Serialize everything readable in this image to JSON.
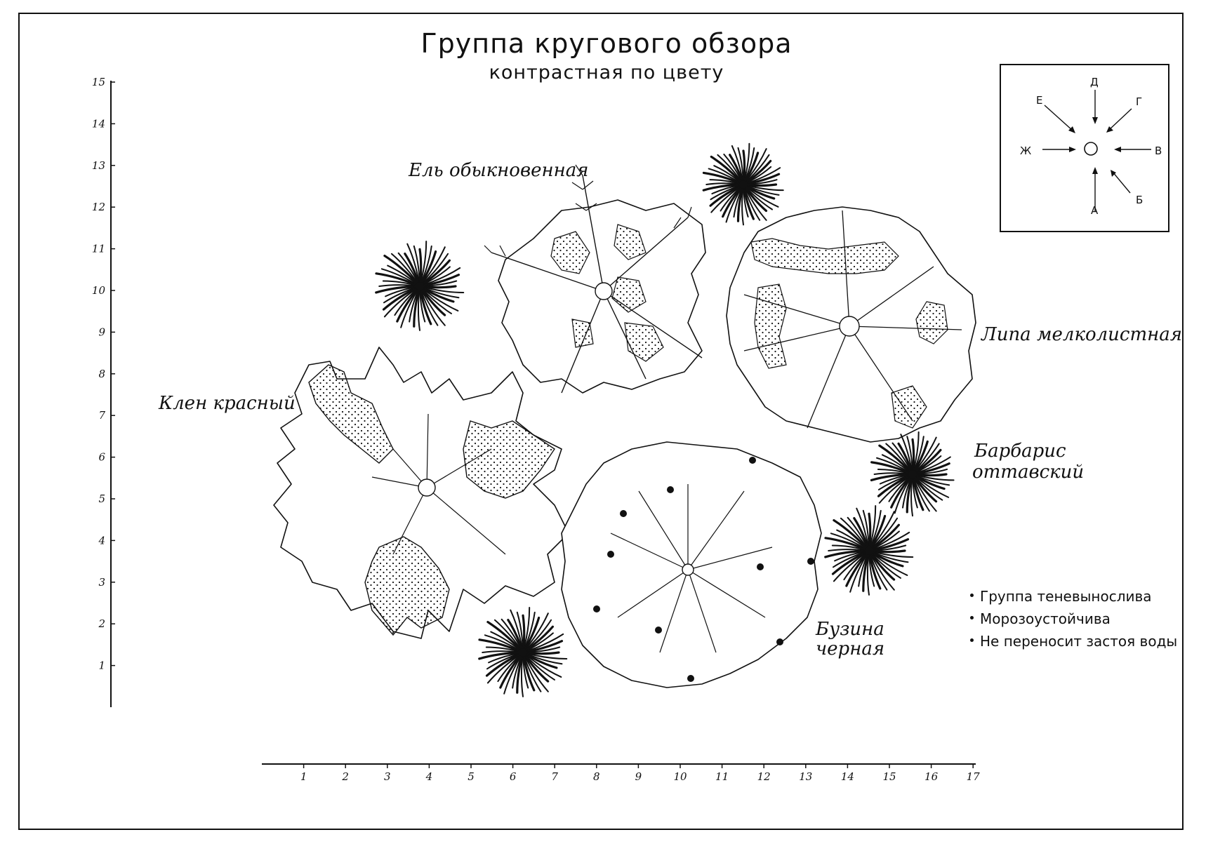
{
  "title": "Группа кругового обзора",
  "subtitle": "контрастная по цвету",
  "plants": [
    {
      "id": "spruce",
      "label": "Ель обыкновенная"
    },
    {
      "id": "linden",
      "label": "Липа мелколистная"
    },
    {
      "id": "maple",
      "label": "Клен красный"
    },
    {
      "id": "barberry",
      "label_line1": "Барбарис",
      "label_line2": "оттавский"
    },
    {
      "id": "elder",
      "label_line1": "Бузина",
      "label_line2": "черная"
    }
  ],
  "axes": {
    "y_ticks": [
      "1",
      "2",
      "3",
      "4",
      "5",
      "6",
      "7",
      "8",
      "9",
      "10",
      "11",
      "12",
      "13",
      "14",
      "15"
    ],
    "x_ticks": [
      "1",
      "2",
      "3",
      "4",
      "5",
      "6",
      "7",
      "8",
      "9",
      "10",
      "11",
      "12",
      "13",
      "14",
      "15",
      "16",
      "17"
    ]
  },
  "compass": {
    "directions": [
      "А",
      "Б",
      "В",
      "Г",
      "Д",
      "Е",
      "Ж"
    ]
  },
  "legend": [
    "Группа теневынослива",
    "Морозоустойчива",
    "Не переносит застоя воды"
  ]
}
